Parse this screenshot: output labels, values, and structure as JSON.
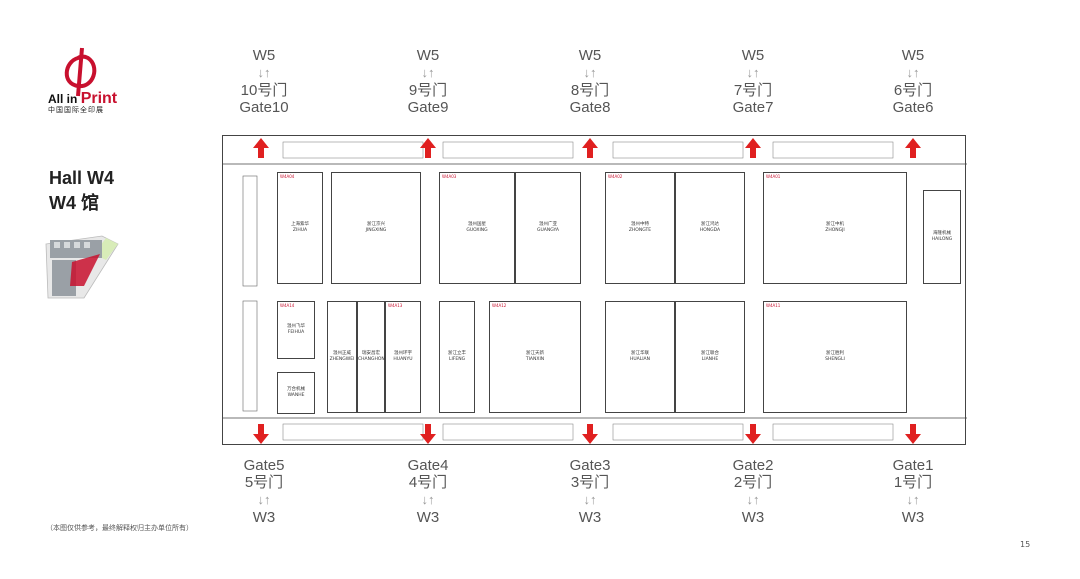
{
  "logo": {
    "brand_all_in": "All in",
    "brand_print": "Print",
    "cn_name": "中国国际全印展"
  },
  "hall": {
    "title_en": "Hall W4",
    "title_cn": "W4 馆"
  },
  "top_gates": [
    {
      "hall": "W5",
      "cn": "10号门",
      "en": "Gate10"
    },
    {
      "hall": "W5",
      "cn": "9号门",
      "en": "Gate9"
    },
    {
      "hall": "W5",
      "cn": "8号门",
      "en": "Gate8"
    },
    {
      "hall": "W5",
      "cn": "7号门",
      "en": "Gate7"
    },
    {
      "hall": "W5",
      "cn": "6号门",
      "en": "Gate6"
    }
  ],
  "bottom_gates": [
    {
      "hall": "W3",
      "cn": "5号门",
      "en": "Gate5"
    },
    {
      "hall": "W3",
      "cn": "4号门",
      "en": "Gate4"
    },
    {
      "hall": "W3",
      "cn": "3号门",
      "en": "Gate3"
    },
    {
      "hall": "W3",
      "cn": "2号门",
      "en": "Gate2"
    },
    {
      "hall": "W3",
      "cn": "1号门",
      "en": "Gate1"
    }
  ],
  "arrow_symbol": "↓↑",
  "booths": {
    "shanghai_zihua": {
      "cn": "上海紫华",
      "en": "ZIHUA"
    },
    "zhejiang_jingxing": {
      "cn": "浙江京兴",
      "en": "JINGXING"
    },
    "wenzhou_guoxing": {
      "cn": "温州国星",
      "en": "GUOXING"
    },
    "wenzhou_guangya": {
      "cn": "温州广亚",
      "en": "GUANGYA"
    },
    "wenzhou_zhongzhong": {
      "cn": "温州中特",
      "en": "ZHONGTE"
    },
    "zhejiang_hongda": {
      "cn": "浙江鸿达",
      "en": "HONGDA"
    },
    "zhejiang_zhongji": {
      "cn": "浙江中机",
      "en": "ZHONGJI"
    },
    "jiangsu_hailong": {
      "cn": "海隆机械",
      "en": "HAILONG"
    },
    "wenzhou_feihua": {
      "cn": "温州飞华",
      "en": "FEIHUA"
    },
    "changhong": {
      "cn": "瑞安昌宏",
      "en": "CHANGHONG"
    },
    "huanyu": {
      "cn": "温州环宇",
      "en": "HUANYU"
    },
    "wanhe": {
      "cn": "万合机械",
      "en": "WANHE"
    },
    "zhengwei": {
      "cn": "温州正威",
      "en": "ZHENGWEI"
    },
    "zhejiang_lifeng": {
      "cn": "浙江立丰",
      "en": "LIFENG"
    },
    "zhejiang_tianxin": {
      "cn": "浙江天新",
      "en": "TIANXIN"
    },
    "zhejiang_hualian": {
      "cn": "浙江华联",
      "en": "HUALIAN"
    },
    "zhejiang_lianhe": {
      "cn": "浙江联合",
      "en": "LIANHE"
    },
    "zhejiang_shengli": {
      "cn": "浙江胜利",
      "en": "SHENGLI"
    }
  },
  "codes": {
    "a1": "W4A04",
    "a2": "W4A03",
    "a3": "W4A02",
    "a4": "W4A01",
    "b1": "W4A14",
    "b2": "W4A13",
    "b3": "W4A12",
    "b4": "W4A11"
  },
  "footnote": "（本图仅供参考，最终解释权归主办单位所有）",
  "page_number": "15"
}
